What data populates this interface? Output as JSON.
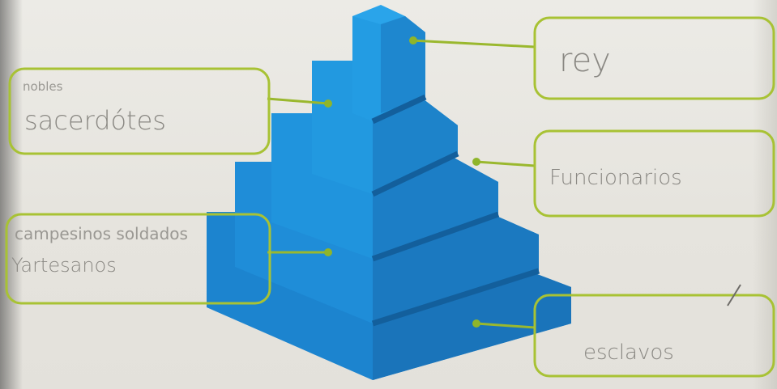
{
  "labels": {
    "rey": "rey",
    "funcionarios": "Funcionarios",
    "esclavos": "esclavos",
    "nobles": "nobles",
    "sacerdotes": "sacerdótes",
    "campesinos": "campesinos soldados",
    "artesanos": "Yartesanos"
  },
  "colors": {
    "pyramid_top": "#1e8fd6",
    "pyramid_left": "#1b7cc4",
    "pyramid_right": "#186db0",
    "frame": "#a8c234",
    "connector_dot": "#8fb52a"
  }
}
